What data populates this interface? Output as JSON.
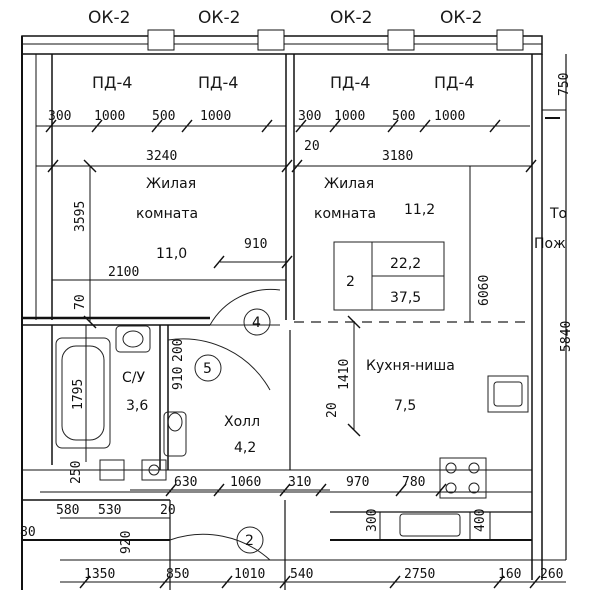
{
  "windows": [
    "ОК-2",
    "ОК-2",
    "ОК-2",
    "ОК-2"
  ],
  "sills": [
    "ПД-4",
    "ПД-4",
    "ПД-4",
    "ПД-4"
  ],
  "top_dims_left": [
    "300",
    "1000",
    "500",
    "1000"
  ],
  "top_dims_right": [
    "300",
    "1000",
    "500",
    "1000"
  ],
  "room_width_left": "3240",
  "room_width_right": "3180",
  "dim_20_top": "20",
  "left_vertical_dim": "3595",
  "left_small_dim": "70",
  "bath_vertical_dim": "1795",
  "bath_small_dim": "250",
  "living1": {
    "line1": "Жилая",
    "line2": "комната",
    "area": "11,0"
  },
  "living2": {
    "line1": "Жилая",
    "line2": "комната",
    "area": "11,2"
  },
  "dim_2100": "2100",
  "dim_910_h": "910",
  "dim_200": "200",
  "dim_910_v": "910",
  "marker_4": "4",
  "marker_5": "5",
  "marker_2": "2",
  "apartment": {
    "rooms": "2",
    "living_area": "22,2",
    "total_area": "37,5"
  },
  "dim_6060": "6060",
  "dim_5840": "5840",
  "dim_1410": "1410",
  "dim_20_mid": "20",
  "bathroom": {
    "name": "С/У",
    "area": "3,6"
  },
  "hall": {
    "name": "Холл",
    "area": "4,2"
  },
  "kitchen": {
    "name": "Кухня-ниша",
    "area": "7,5"
  },
  "right_text_1": "То",
  "right_text_2": "Пож",
  "right_dim_750": "750",
  "row_dims_1": [
    "630",
    "1060",
    "310",
    "970",
    "780"
  ],
  "row_dims_2": [
    "580",
    "530",
    "20"
  ],
  "row_dims_2_left": "80",
  "dim_300": "300",
  "dim_920": "920",
  "dim_400": "400",
  "bottom_dims": [
    "1350",
    "850",
    "1010",
    "540",
    "2750",
    "160",
    "260"
  ]
}
